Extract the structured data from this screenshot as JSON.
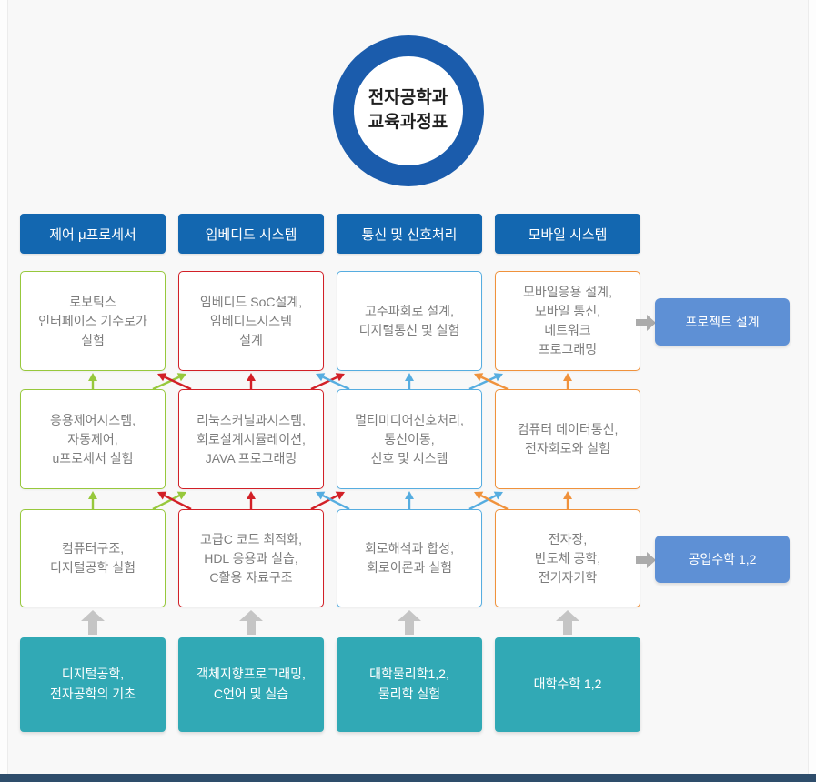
{
  "page": {
    "circle_title": "전자공학과\n교육과정표"
  },
  "colors": {
    "ring_blue": "#1b5cac",
    "header_blue": "#1367b0",
    "teal": "#31a9b5",
    "side_blue": "#5e90d5",
    "arrow_gray": "#c5c5c5",
    "side_arrow_gray": "#ababab",
    "course_text": "#7d7d7d",
    "footer": "#2e4d6b"
  },
  "tracks": [
    {
      "name": "제어 μ프로세서",
      "color": "#97c83c",
      "courses": [
        "로보틱스\n인터페이스 기수로가\n실험",
        "응용제어시스템,\n자동제어,\nu프로세서 실험",
        "컴퓨터구조,\n디지털공학 실험"
      ],
      "foundation": "디지털공학,\n전자공학의 기초"
    },
    {
      "name": "임베디드 시스템",
      "color": "#d22027",
      "courses": [
        "임베디드 SoC설계,\n임베디드시스템\n설계",
        "리눅스커널과시스템,\n회로설계시뮬레이션,\nJAVA 프로그래밍",
        "고급C 코드 최적화,\nHDL 응용과 실습,\nC활용 자료구조"
      ],
      "foundation": "객체지향프로그래밍,\nC언어 및 실습"
    },
    {
      "name": "통신 및 신호처리",
      "color": "#56ade0",
      "courses": [
        "고주파회로 설계,\n디지털통신 및 실험",
        "멀티미디어신호처리,\n통신이동,\n신호 및 시스템",
        "회로해석과 합성,\n회로이론과 실험"
      ],
      "foundation": "대학물리학1,2,\n물리학 실험"
    },
    {
      "name": "모바일 시스템",
      "color": "#f0923c",
      "courses": [
        "모바일응용 설계,\n모바일 통신,\n네트워크\n프로그래밍",
        "컴퓨터 데이터통신,\n전자회로와 실험",
        "전자장,\n반도체 공학,\n전기자기학"
      ],
      "foundation": "대학수학 1,2"
    }
  ],
  "side_outputs": [
    {
      "label": "프로젝트 설계"
    },
    {
      "label": "공업수학 1,2"
    }
  ]
}
